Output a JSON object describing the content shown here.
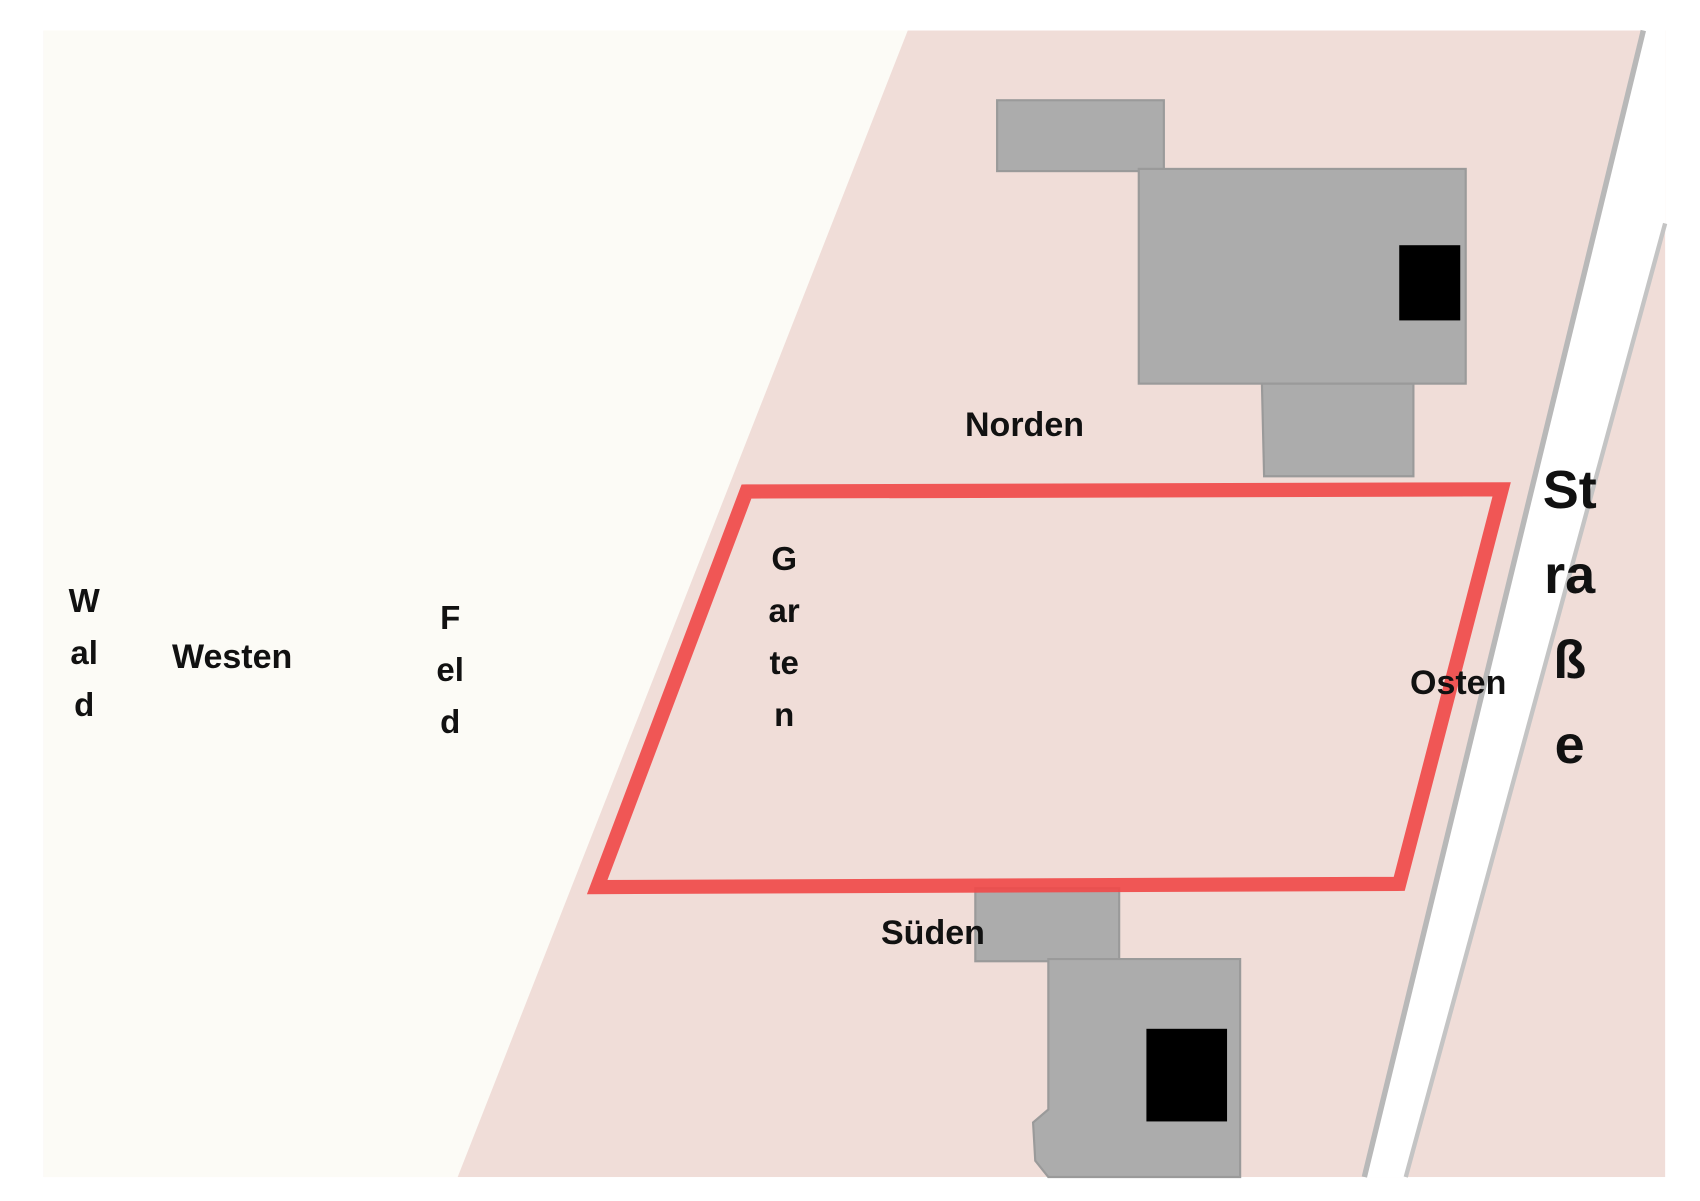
{
  "labels": {
    "north": "Norden",
    "south": "Süden",
    "west": "Westen",
    "east": "Osten",
    "forest": "Wald",
    "field": "Feld",
    "garden": "Garten",
    "street": "Straße"
  },
  "colors": {
    "field": "#fcfbf6",
    "property": "#f0ddd8",
    "building": "#acacac",
    "highlight": "#f04a4a",
    "road": "#ffffff"
  }
}
